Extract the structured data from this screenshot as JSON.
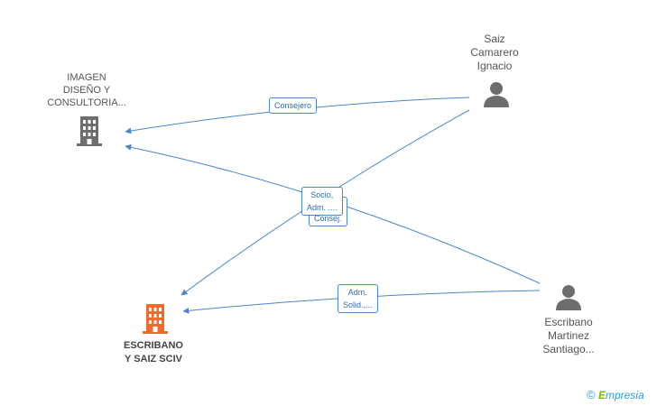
{
  "nodes": {
    "imagen": {
      "lines": [
        "IMAGEN",
        "DISEÑO Y",
        "CONSULTORIA..."
      ]
    },
    "escribano_saiz": {
      "lines": [
        "ESCRIBANO",
        "Y SAIZ SCIV"
      ]
    },
    "saiz": {
      "lines": [
        "Saiz",
        "Camarero",
        "Ignacio"
      ]
    },
    "escribano_martinez": {
      "lines": [
        "Escribano",
        "Martinez",
        "Santiago..."
      ]
    }
  },
  "edge_labels": {
    "consejero": [
      "Consejero"
    ],
    "consej": [
      "Consej."
    ],
    "socio": [
      "Socio,",
      "Adm. ...."
    ],
    "adm_solid": [
      "Adm.",
      "Solid.,..."
    ]
  },
  "branding": {
    "copyright": "©",
    "e": "E",
    "rest": "mpresia"
  },
  "colors": {
    "edge": "#4a86c8",
    "company_gray": "#6d6d6d",
    "company_orange": "#f26a2e",
    "person": "#6d6d6d"
  },
  "icons": {
    "company": "building-icon",
    "person": "person-icon"
  }
}
